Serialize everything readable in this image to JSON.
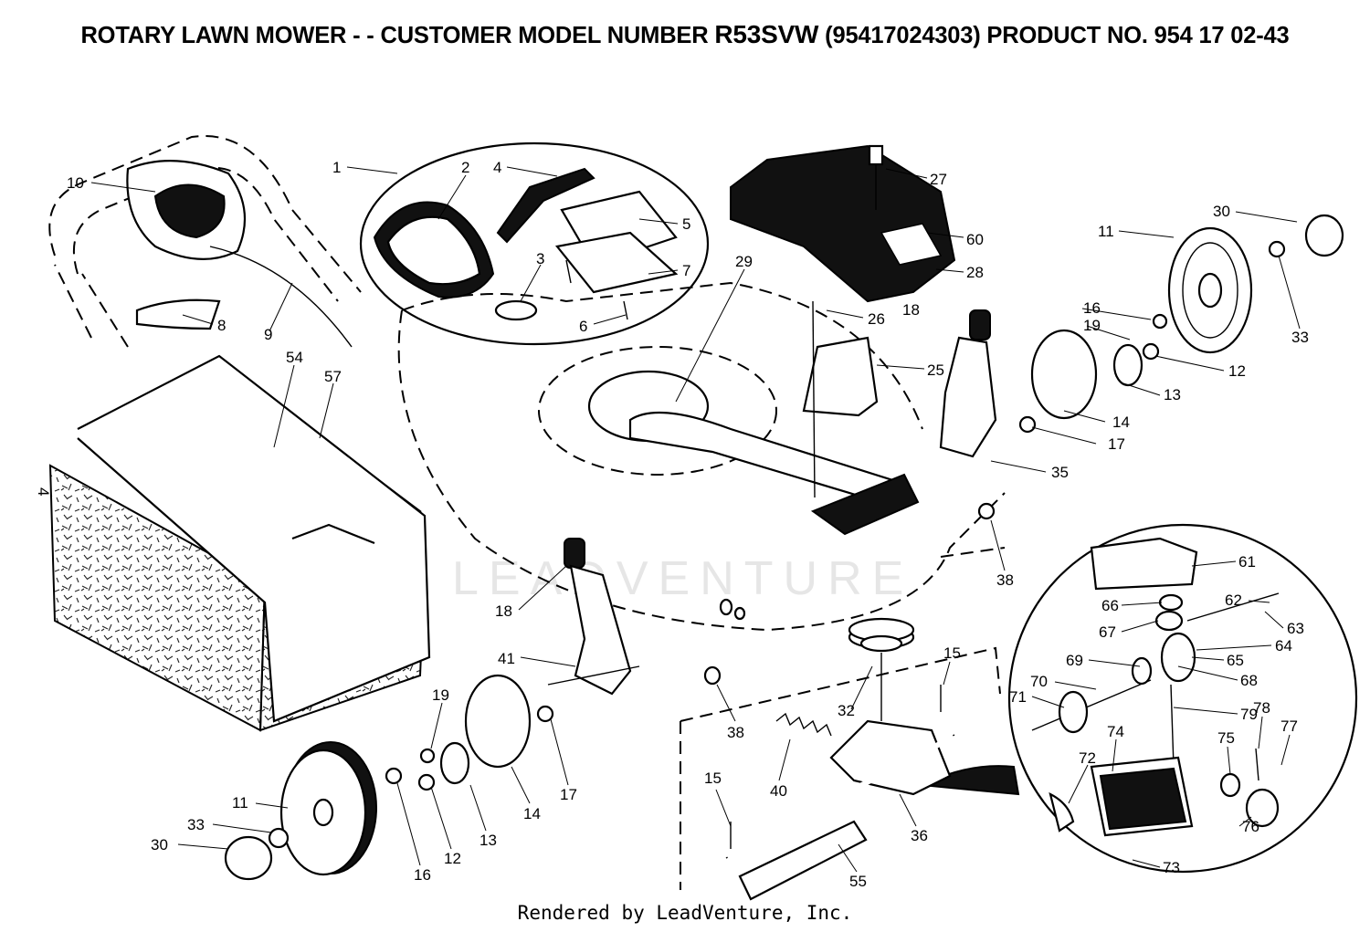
{
  "header": {
    "title_prefix": "ROTARY LAWN MOWER - - CUSTOMER MODEL NUMBER ",
    "model_number": "R53SVW",
    "title_suffix": " (95417024303) PRODUCT NO. 954 17 02-43"
  },
  "watermark": "LEADVENTURE",
  "footer": {
    "text": "Rendered by LeadVenture, Inc."
  },
  "callouts": [
    {
      "id": "c10",
      "label": "10"
    },
    {
      "id": "c1",
      "label": "1"
    },
    {
      "id": "c2",
      "label": "2"
    },
    {
      "id": "c4a",
      "label": "4"
    },
    {
      "id": "c3",
      "label": "3"
    },
    {
      "id": "c5",
      "label": "5"
    },
    {
      "id": "c7",
      "label": "7"
    },
    {
      "id": "c6",
      "label": "6"
    },
    {
      "id": "c8",
      "label": "8"
    },
    {
      "id": "c9",
      "label": "9"
    },
    {
      "id": "c54",
      "label": "54"
    },
    {
      "id": "c57",
      "label": "57"
    },
    {
      "id": "c4b",
      "label": "4"
    },
    {
      "id": "c29",
      "label": "29"
    },
    {
      "id": "c27",
      "label": "27"
    },
    {
      "id": "c60",
      "label": "60"
    },
    {
      "id": "c28",
      "label": "28"
    },
    {
      "id": "c26",
      "label": "26"
    },
    {
      "id": "c18a",
      "label": "18"
    },
    {
      "id": "c25",
      "label": "25"
    },
    {
      "id": "c30a",
      "label": "30"
    },
    {
      "id": "c11a",
      "label": "11"
    },
    {
      "id": "c33a",
      "label": "33"
    },
    {
      "id": "c16a",
      "label": "16"
    },
    {
      "id": "c19a",
      "label": "19"
    },
    {
      "id": "c12a",
      "label": "12"
    },
    {
      "id": "c13a",
      "label": "13"
    },
    {
      "id": "c14a",
      "label": "14"
    },
    {
      "id": "c17a",
      "label": "17"
    },
    {
      "id": "c35",
      "label": "35"
    },
    {
      "id": "c38a",
      "label": "38"
    },
    {
      "id": "c61",
      "label": "61"
    },
    {
      "id": "c66",
      "label": "66"
    },
    {
      "id": "c62",
      "label": "62"
    },
    {
      "id": "c67",
      "label": "67"
    },
    {
      "id": "c63",
      "label": "63"
    },
    {
      "id": "c64",
      "label": "64"
    },
    {
      "id": "c69",
      "label": "69"
    },
    {
      "id": "c65",
      "label": "65"
    },
    {
      "id": "c68",
      "label": "68"
    },
    {
      "id": "c70",
      "label": "70"
    },
    {
      "id": "c71",
      "label": "71"
    },
    {
      "id": "c79",
      "label": "79"
    },
    {
      "id": "c78",
      "label": "78"
    },
    {
      "id": "c77",
      "label": "77"
    },
    {
      "id": "c74",
      "label": "74"
    },
    {
      "id": "c75",
      "label": "75"
    },
    {
      "id": "c72",
      "label": "72"
    },
    {
      "id": "c76",
      "label": "76"
    },
    {
      "id": "c73",
      "label": "73"
    },
    {
      "id": "c18b",
      "label": "18"
    },
    {
      "id": "c41",
      "label": "41"
    },
    {
      "id": "c15a",
      "label": "15"
    },
    {
      "id": "c32",
      "label": "32"
    },
    {
      "id": "c38b",
      "label": "38"
    },
    {
      "id": "c19b",
      "label": "19"
    },
    {
      "id": "c17b",
      "label": "17"
    },
    {
      "id": "c14b",
      "label": "14"
    },
    {
      "id": "c13b",
      "label": "13"
    },
    {
      "id": "c12b",
      "label": "12"
    },
    {
      "id": "c16b",
      "label": "16"
    },
    {
      "id": "c11b",
      "label": "11"
    },
    {
      "id": "c33b",
      "label": "33"
    },
    {
      "id": "c30b",
      "label": "30"
    },
    {
      "id": "c40",
      "label": "40"
    },
    {
      "id": "c15b",
      "label": "15"
    },
    {
      "id": "c36",
      "label": "36"
    },
    {
      "id": "c55",
      "label": "55"
    }
  ]
}
